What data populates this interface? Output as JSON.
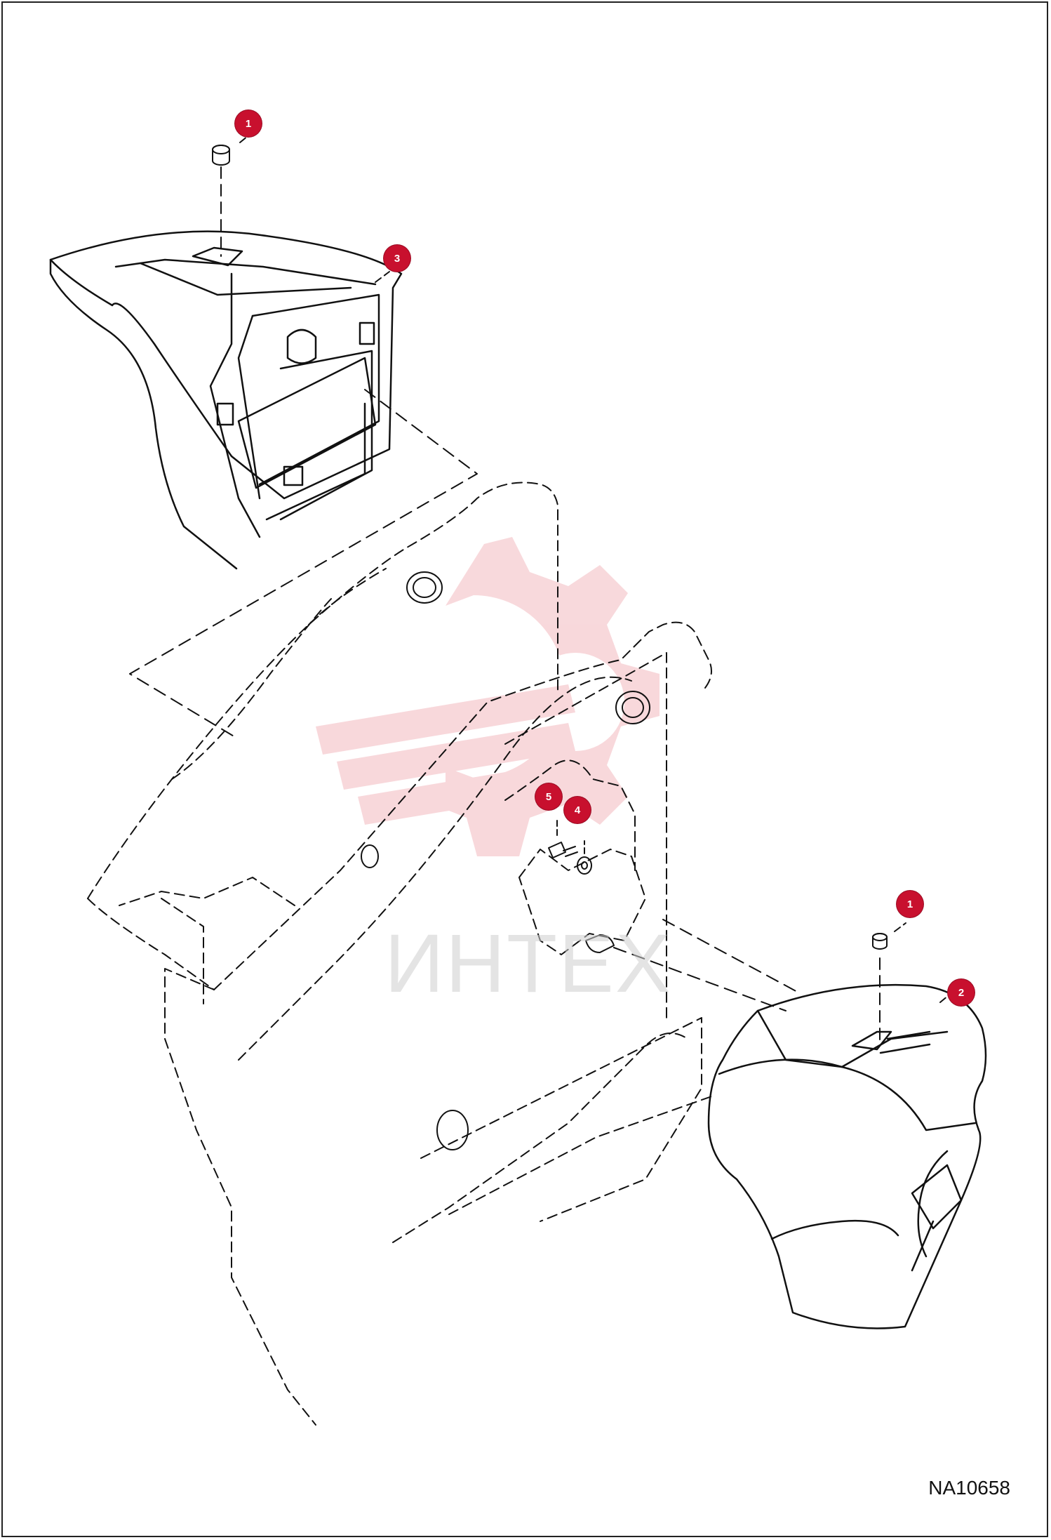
{
  "figure_code": "NA10658",
  "watermark_text": "ИНТЕХ",
  "colors": {
    "callout": "#c8102e",
    "line": "#111111",
    "watermark": "#f3b9bf"
  },
  "callouts": [
    {
      "id": "callout-1-top",
      "label": "1"
    },
    {
      "id": "callout-3",
      "label": "3"
    },
    {
      "id": "callout-5",
      "label": "5"
    },
    {
      "id": "callout-4",
      "label": "4"
    },
    {
      "id": "callout-1-right",
      "label": "1"
    },
    {
      "id": "callout-2",
      "label": "2"
    }
  ]
}
